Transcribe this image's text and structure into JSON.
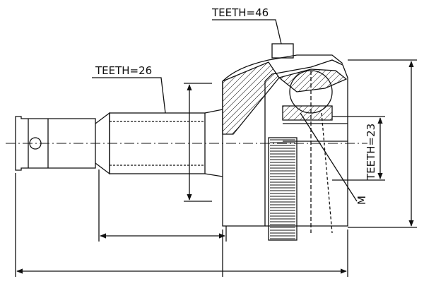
{
  "labels": {
    "teeth_outer": "TEETH=46",
    "teeth_shaft": "TEETH=26",
    "teeth_abs": "TEETH=23",
    "thread": "M"
  },
  "colors": {
    "line": "#111111",
    "background": "#ffffff"
  }
}
